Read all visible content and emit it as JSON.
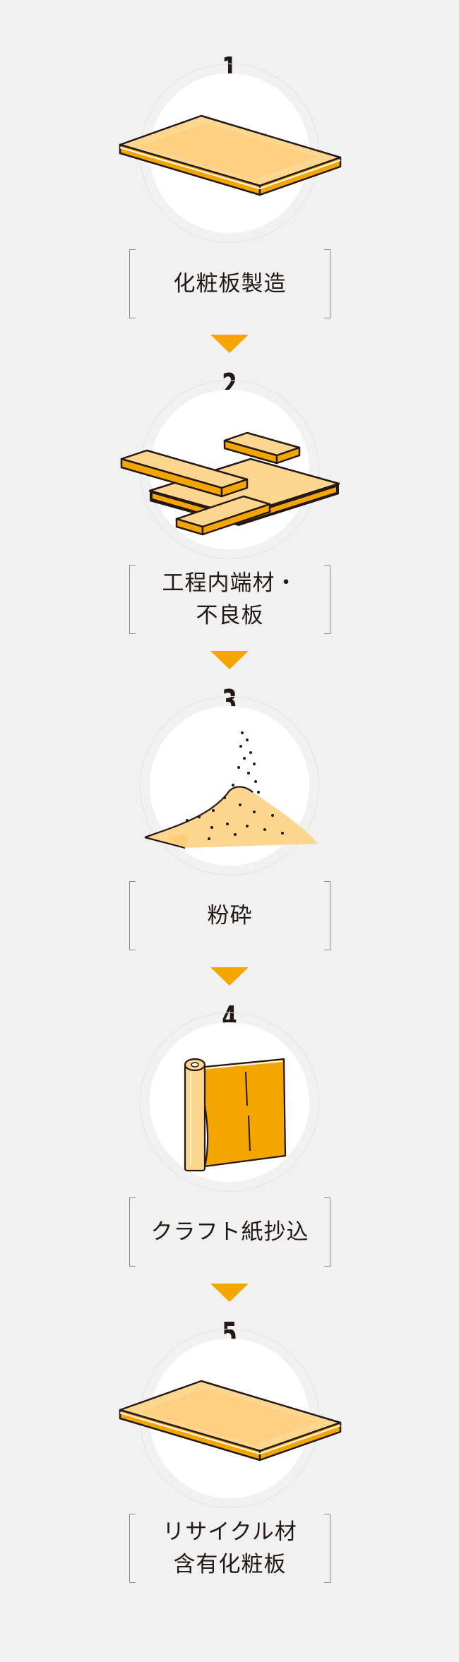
{
  "steps": [
    {
      "number": "1",
      "label": "化粧板製造",
      "illustration": "board-icon"
    },
    {
      "number": "2",
      "label": "工程内端材・\n不良板",
      "illustration": "scrap-boards-icon"
    },
    {
      "number": "3",
      "label": "粉砕",
      "illustration": "powder-pile-icon"
    },
    {
      "number": "4",
      "label": "クラフト紙抄込",
      "illustration": "paper-roll-icon"
    },
    {
      "number": "5",
      "label": "リサイクル材\n含有化粧板",
      "illustration": "board-icon"
    }
  ],
  "colors": {
    "accent": "#f4a500",
    "light_fill": "#fdd68f",
    "outline": "#231815",
    "background": "#f1f1f1"
  }
}
